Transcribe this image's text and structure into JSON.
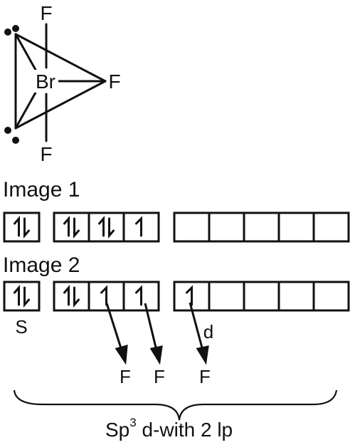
{
  "molecule": {
    "central_atom": "Br",
    "ligands": [
      "F",
      "F",
      "F"
    ]
  },
  "image1": {
    "title": "Image 1",
    "s_box": [
      "1l"
    ],
    "p_boxes": [
      "1l",
      "1l",
      "1"
    ],
    "d_boxes": [
      "",
      "",
      "",
      "",
      ""
    ]
  },
  "image2": {
    "title": "Image 2",
    "s_box": [
      "1l"
    ],
    "p_boxes": [
      "1l",
      "1",
      "1"
    ],
    "d_boxes": [
      "1",
      "",
      "",
      "",
      ""
    ],
    "s_label": "S",
    "d_label": "d",
    "bond_targets": [
      "F",
      "F",
      "F"
    ]
  },
  "hybridization": {
    "prefix": "Sp",
    "superscript": "3",
    "suffix": " d-with 2 lp"
  }
}
